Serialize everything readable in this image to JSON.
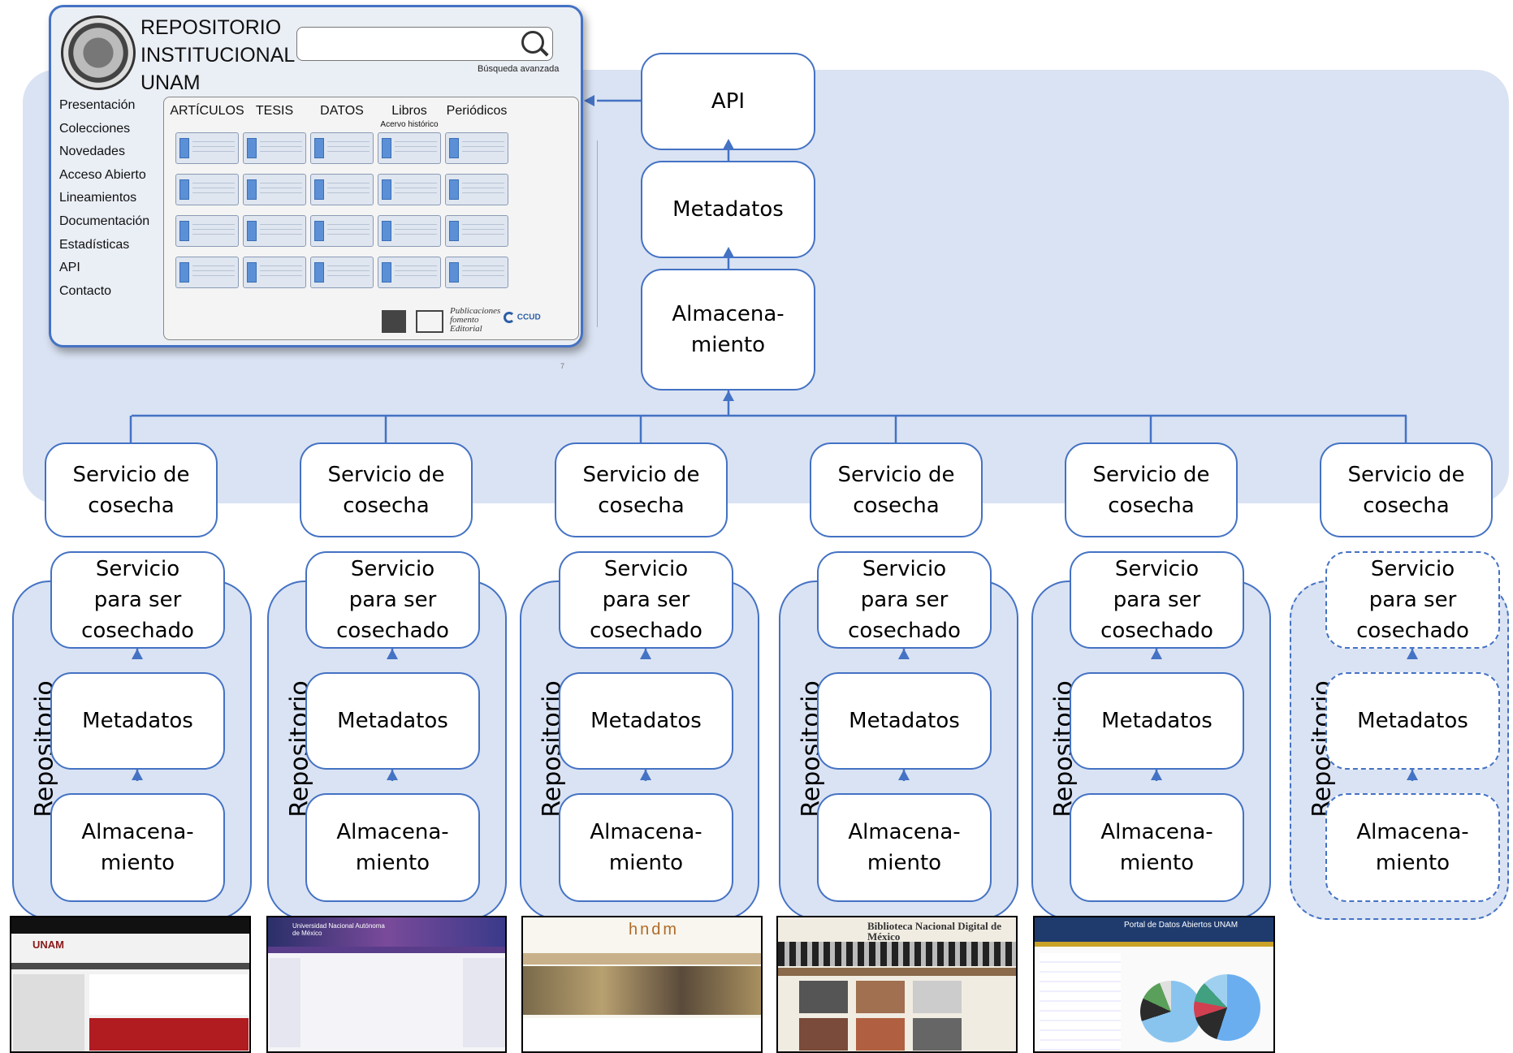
{
  "mockup": {
    "title": "REPOSITORIO\nINSTITUCIONAL\nUNAM",
    "advanced_search": "Búsqueda avanzada",
    "menu": [
      "Presentación",
      "Colecciones",
      "Novedades",
      "Acceso Abierto",
      "Lineamientos",
      "Documentación",
      "Estadísticas",
      "API",
      "Contacto"
    ],
    "columns": [
      "ARTÍCULOS",
      "TESIS",
      "DATOS",
      "Libros",
      "Periódicos"
    ],
    "column_sub": "Acervo histórico",
    "logo_text_1": "Publicaciones",
    "logo_text_2": "fomento",
    "logo_text_3": "Editorial",
    "logo_ccud": "CCUD",
    "page_num": "7"
  },
  "central": {
    "api": "API",
    "metadatos": "Metadatos",
    "almacenamiento": "Almacena-\nmiento"
  },
  "harvest_label": "Servicio de\ncosecha",
  "repositories": [
    {
      "label": "Repositorio",
      "service": "Servicio\npara ser\ncosechado",
      "metadata": "Metadatos",
      "storage": "Almacena-\nmiento",
      "dashed": false
    },
    {
      "label": "Repositorio",
      "service": "Servicio\npara ser\ncosechado",
      "metadata": "Metadatos",
      "storage": "Almacena-\nmiento",
      "dashed": false
    },
    {
      "label": "Repositorio",
      "service": "Servicio\npara ser\ncosechado",
      "metadata": "Metadatos",
      "storage": "Almacena-\nmiento",
      "dashed": false
    },
    {
      "label": "Repositorio",
      "service": "Servicio\npara ser\ncosechado",
      "metadata": "Metadatos",
      "storage": "Almacena-\nmiento",
      "dashed": false
    },
    {
      "label": "Repositorio",
      "service": "Servicio\npara ser\ncosechado",
      "metadata": "Metadatos",
      "storage": "Almacena-\nmiento",
      "dashed": false
    },
    {
      "label": "Repositorio",
      "service": "Servicio\npara ser\ncosechado",
      "metadata": "Metadatos",
      "storage": "Almacena-\nmiento",
      "dashed": true
    }
  ],
  "screenshots": [
    {
      "header": "UNAM"
    },
    {
      "header": "Universidad Nacional Autónoma de México"
    },
    {
      "header": "hndm"
    },
    {
      "header": "Biblioteca Nacional Digital de México"
    },
    {
      "header": "Portal de Datos Abiertos UNAM"
    }
  ],
  "colors": {
    "accent": "#4472c4",
    "panel": "#dae3f3"
  }
}
